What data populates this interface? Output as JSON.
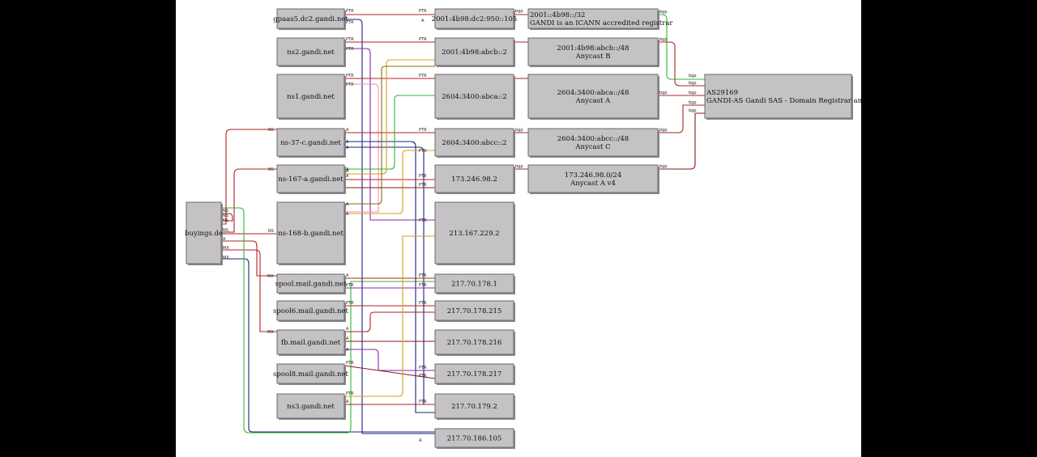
{
  "colors": {
    "background": "#000000",
    "canvas": "#ffffff",
    "node_fill": "#c4c2c4",
    "red": "#b22222",
    "dark_red": "#8b1a1a",
    "green": "#2eb82e",
    "navy": "#1a237e",
    "purple": "#8e24aa",
    "pink": "#f48fb1",
    "orange": "#d4a017",
    "olive": "#8b6f00"
  },
  "nodes": [
    {
      "id": "buyingx",
      "lines": [
        "buyings.de"
      ]
    },
    {
      "id": "gpaas",
      "lines": [
        "gpaas5.dc2.gandi.net"
      ]
    },
    {
      "id": "ns2",
      "lines": [
        "ns2.gandi.net"
      ]
    },
    {
      "id": "ns1",
      "lines": [
        "ns1.gandi.net"
      ]
    },
    {
      "id": "ns37",
      "lines": [
        "ns-37-c.gandi.net"
      ]
    },
    {
      "id": "ns167",
      "lines": [
        "ns-167-a.gandi.net"
      ]
    },
    {
      "id": "ns168",
      "lines": [
        "ns-168-b.gandi.net"
      ]
    },
    {
      "id": "spool",
      "lines": [
        "spool.mail.gandi.net"
      ]
    },
    {
      "id": "spool6",
      "lines": [
        "spool6.mail.gandi.net"
      ]
    },
    {
      "id": "fb",
      "lines": [
        "fb.mail.gandi.net"
      ]
    },
    {
      "id": "spool8",
      "lines": [
        "spool8.mail.gandi.net"
      ]
    },
    {
      "id": "ns3",
      "lines": [
        "ns3.gandi.net"
      ]
    },
    {
      "id": "ip1",
      "lines": [
        "2001:4b98:dc2:950::105"
      ]
    },
    {
      "id": "ip2",
      "lines": [
        "2001:4b98:abcb::2"
      ]
    },
    {
      "id": "ip3",
      "lines": [
        "2604:3400:abca::2"
      ]
    },
    {
      "id": "ip4",
      "lines": [
        "2604:3400:abcc::2"
      ]
    },
    {
      "id": "ip5",
      "lines": [
        "173.246.98.2"
      ]
    },
    {
      "id": "ip6",
      "lines": [
        "213.167.229.2"
      ]
    },
    {
      "id": "ip7",
      "lines": [
        "217.70.178.1"
      ]
    },
    {
      "id": "ip8",
      "lines": [
        "217.70.178.215"
      ]
    },
    {
      "id": "ip9",
      "lines": [
        "217.70.178.216"
      ]
    },
    {
      "id": "ip10",
      "lines": [
        "217.70.178.217"
      ]
    },
    {
      "id": "ip11",
      "lines": [
        "217.70.179.2"
      ]
    },
    {
      "id": "ip12",
      "lines": [
        "217.70.186.105"
      ]
    },
    {
      "id": "pfx1",
      "lines": [
        "2001::4b98::/32",
        "GANDI is an ICANN accredited registrar"
      ]
    },
    {
      "id": "pfx2",
      "lines": [
        "2001:4b98:abcb::/48",
        "Anycast B"
      ]
    },
    {
      "id": "pfx3",
      "lines": [
        "2604:3400:abca::/48",
        "Anycast A"
      ]
    },
    {
      "id": "pfx4",
      "lines": [
        "2604:3400:abcc::/48",
        "Anycast C"
      ]
    },
    {
      "id": "pfx5",
      "lines": [
        "173.246.98.0/24",
        "Anycast A v4"
      ]
    },
    {
      "id": "as",
      "lines": [
        "AS29169",
        "GANDI-AS Gandi SAS - Domain Registrar an"
      ]
    }
  ],
  "edge_labels": {
    "ns": "NS",
    "mx": "MX",
    "a": "A",
    "ptr": "PTR",
    "bgp": "bgp"
  }
}
